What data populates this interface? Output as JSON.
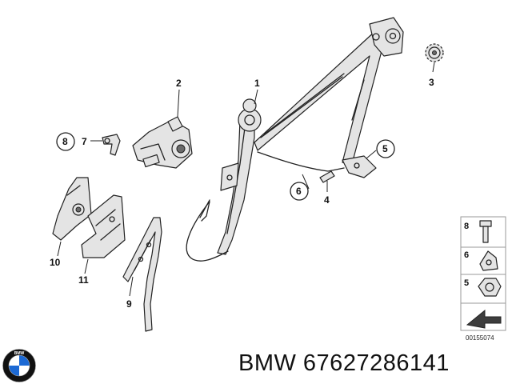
{
  "callouts": {
    "p1": "1",
    "p2": "2",
    "p3": "3",
    "p4": "4",
    "p5": "5",
    "p6": "6",
    "p7": "7",
    "p8": "8",
    "p9": "9",
    "p10": "10",
    "p11": "11"
  },
  "legend": {
    "row_a": "8",
    "row_b": "6",
    "row_c": "5"
  },
  "drawing_code": "00155074",
  "footer": {
    "brand_part_text": "BMW 67627286141"
  },
  "logo": {
    "icon": "bmw-roundel-icon",
    "colors": {
      "blue": "#1c69d4",
      "ring": "#111111"
    }
  }
}
